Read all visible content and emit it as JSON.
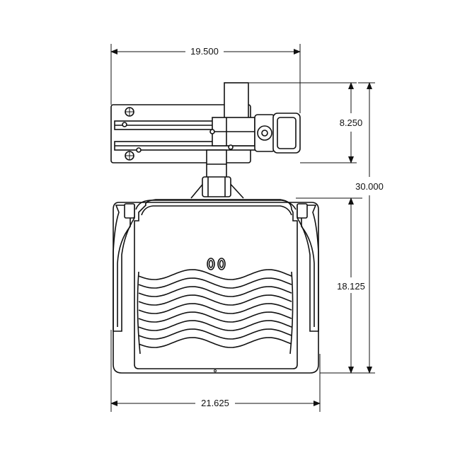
{
  "drawing": {
    "description_title": "",
    "dimensions": {
      "top_width": "19.500",
      "mount_height": "8.250",
      "overall_height": "30.000",
      "seat_height": "18.125",
      "bottom_width": "21.625"
    }
  },
  "colors": {
    "line": "#111111",
    "background": "#ffffff"
  }
}
